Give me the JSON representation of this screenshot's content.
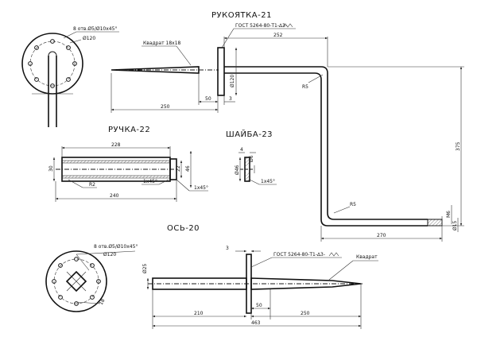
{
  "titles": {
    "rukoyatka": "РУКОЯТКА-21",
    "ruchka": "РУЧКА-22",
    "shaiba": "ШАЙБА-23",
    "os": "ОСЬ-20"
  },
  "rukoyatka": {
    "flange_holes": "8 отв.Ø5/Ø10x45°",
    "flange_diam": "Ø120",
    "kvadrat": "Квадрат 18x18",
    "gost": "ГОСТ 5264-80-Т1-∆3-",
    "dim_252": "252",
    "dim_r5_top": "R5",
    "dim_120": "Ø120",
    "dim_250": "250",
    "dim_50": "50",
    "dim_3": "3",
    "dim_375": "375",
    "dim_r5_bottom": "R5",
    "dim_270": "270",
    "dim_m6": "M6",
    "dim_15": "Ø15"
  },
  "ruchka": {
    "dim_228": "228",
    "dim_30": "30",
    "dim_22": "22",
    "dim_46": "46",
    "dim_r2": "R2",
    "dim_1x45": "1x45°",
    "dim_1x45b": "1x45°",
    "dim_240": "240"
  },
  "shaiba": {
    "dim_4": "4",
    "dim_46": "Ø46",
    "dim_6": "Ø6",
    "dim_1x45": "1x45°"
  },
  "os": {
    "flange_holes": "8 отв.Ø5/Ø10x45°",
    "flange_diam": "Ø120",
    "dim_3": "3",
    "gost": "ГОСТ 5264-80-Т1-∆3-",
    "kvadrat": "Квадрат",
    "dim_25": "Ø25",
    "dim_18": "18",
    "dim_50": "50",
    "dim_210": "210",
    "dim_250": "250",
    "dim_463": "463"
  }
}
